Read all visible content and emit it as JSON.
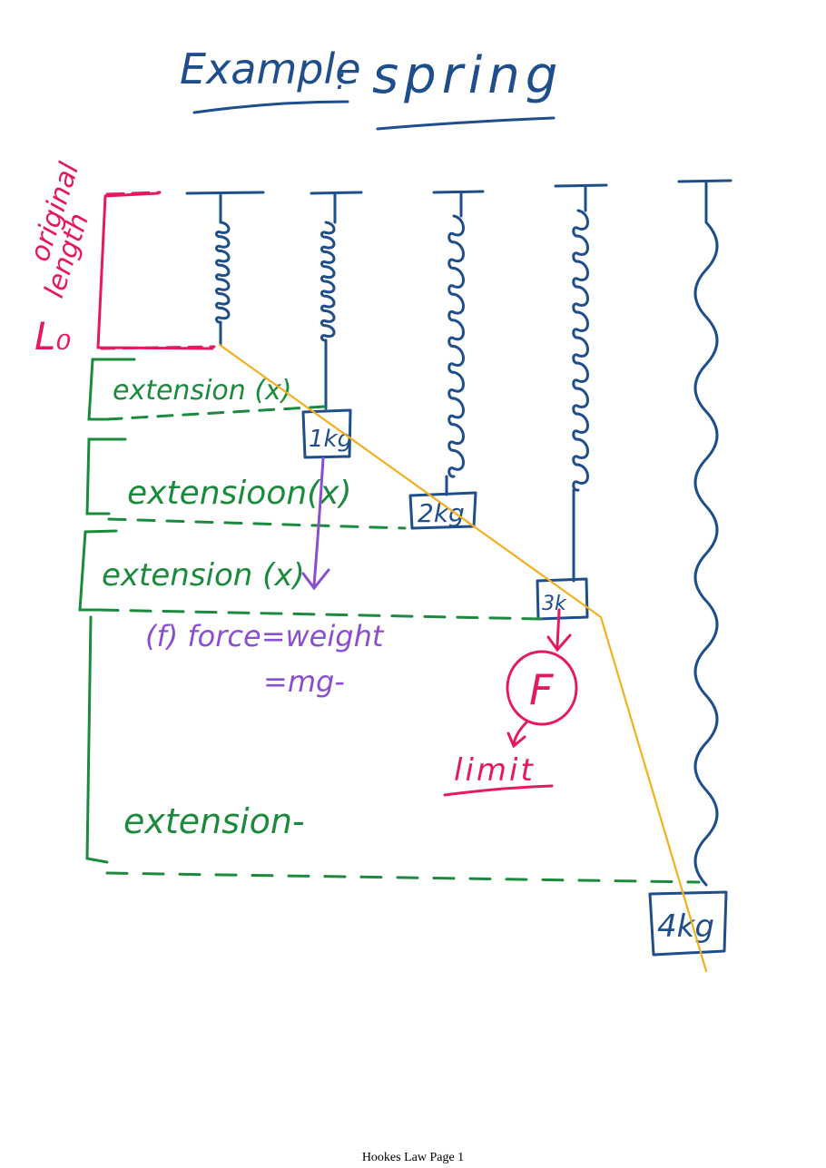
{
  "title": {
    "word1": "Example",
    "separator": ":",
    "word2": "spring"
  },
  "labels": {
    "original_length_line1": "original",
    "original_length_line2": "length",
    "original_length_symbol": "L₀",
    "extension_1": "extension (x)",
    "extension_2": "extensioon(x)",
    "extension_3": "extension (x)",
    "extension_4": "extension-",
    "force_line1": "(f)  force=weight",
    "force_line2": "=mg-",
    "limit_force": "F",
    "limit_label": "limit"
  },
  "masses": [
    "1kg",
    "2kg",
    "3k",
    "4kg"
  ],
  "footer": "Hookes Law Page 1",
  "colors": {
    "blue": "#1f4e8c",
    "pink": "#e5195e",
    "green": "#1b8a3c",
    "purple": "#8a4fd0",
    "orange": "#f2b01e"
  }
}
